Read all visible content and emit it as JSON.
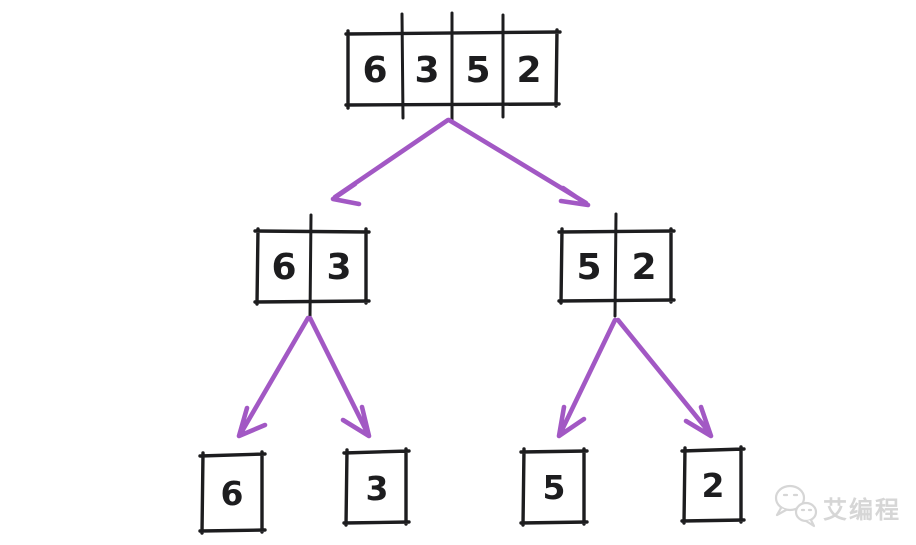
{
  "diagram": {
    "kind": "merge-sort-split-tree",
    "root": {
      "cells": [
        "6",
        "3",
        "5",
        "2"
      ]
    },
    "level2": [
      {
        "cells": [
          "6",
          "3"
        ]
      },
      {
        "cells": [
          "5",
          "2"
        ]
      }
    ],
    "leaves": [
      "6",
      "3",
      "5",
      "2"
    ]
  },
  "watermark": {
    "text": "艾编程",
    "icon": "chat-bubbles-icon"
  },
  "colors": {
    "ink": "#1d1d1f",
    "arrow": "#a258c4",
    "watermark": "#d6d6d6",
    "background": "#ffffff"
  }
}
